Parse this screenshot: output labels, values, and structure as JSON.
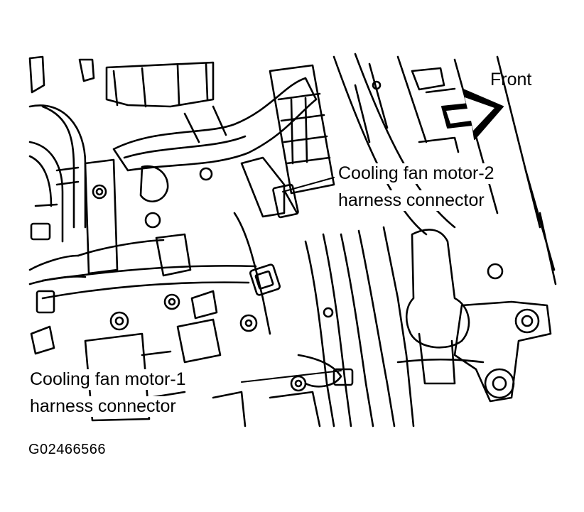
{
  "diagram": {
    "front_label": "Front",
    "callouts": {
      "motor2_line1": "Cooling fan motor-2",
      "motor2_line2": "harness connector",
      "motor1_line1": "Cooling fan motor-1",
      "motor1_line2": "harness connector"
    },
    "figure_id": "G02466566",
    "colors": {
      "ink": "#000000",
      "paper": "#ffffff"
    }
  }
}
